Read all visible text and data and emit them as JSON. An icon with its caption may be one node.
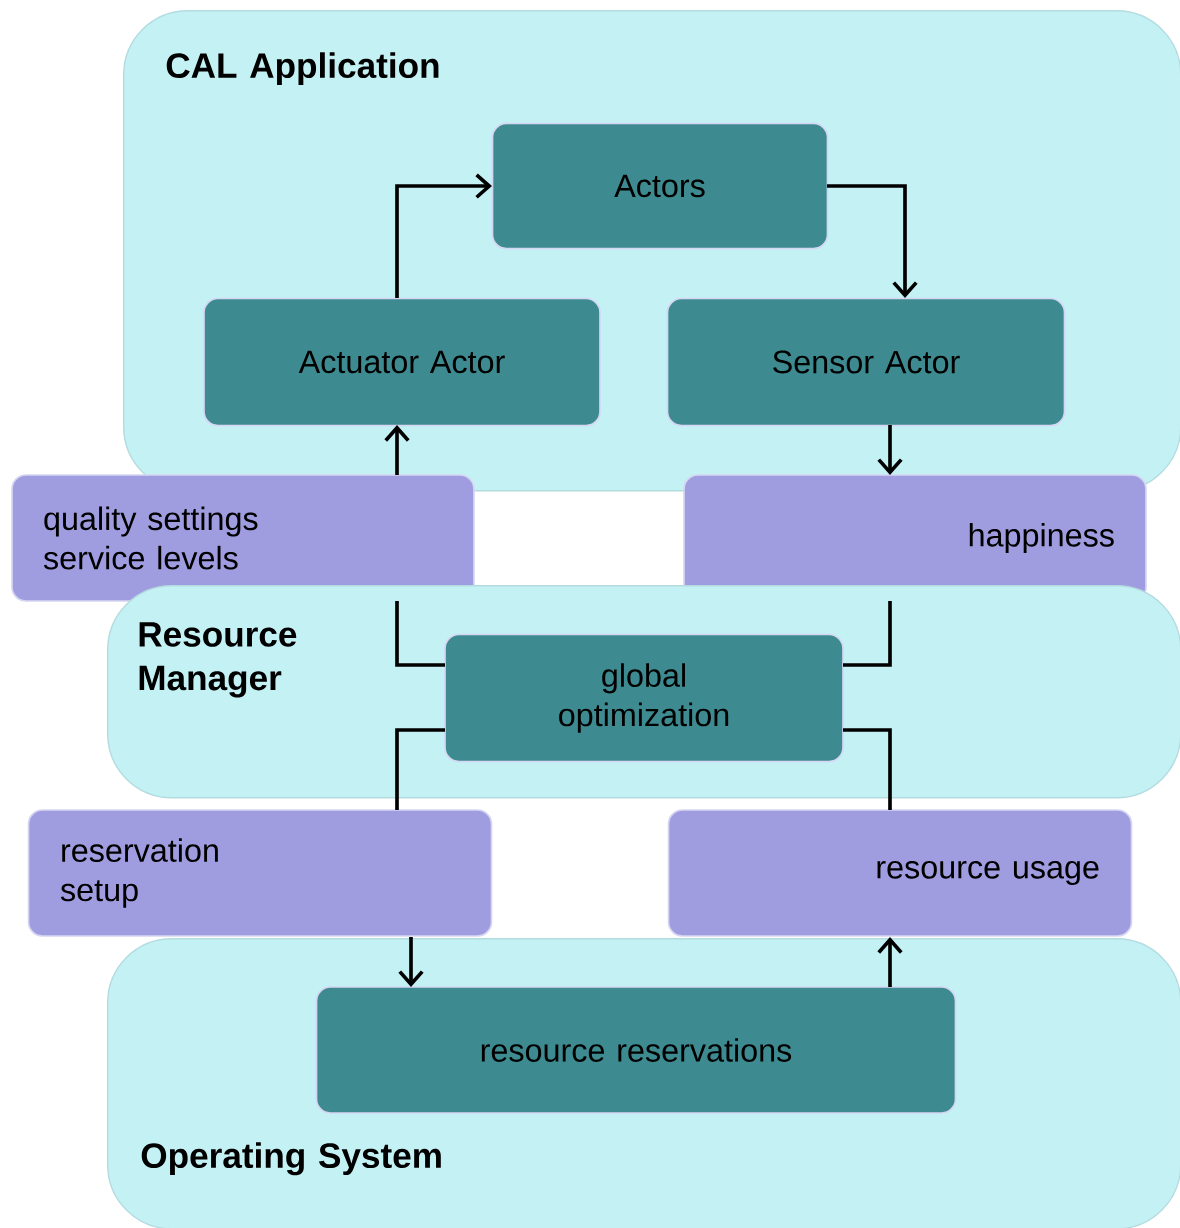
{
  "diagram": {
    "nodes": [
      {
        "text": [
          "CAL Application"
        ]
      },
      {
        "text": [
          "Actors"
        ],
        "in": 0
      },
      {
        "text": [
          "Actuator Actor"
        ],
        "in": 0
      },
      {
        "text": [
          "Sensor Actor"
        ],
        "in": 0
      },
      {
        "text": [
          "quality settings",
          "service levels"
        ]
      },
      {
        "text": [
          "happiness"
        ]
      },
      {
        "text": [
          "Resource Manager"
        ]
      },
      {
        "text": [
          "global optimization"
        ],
        "in": 6
      },
      {
        "text": [
          "reservation setup"
        ]
      },
      {
        "text": [
          "resource usage"
        ]
      },
      {
        "text": [
          "Operating System"
        ]
      },
      {
        "text": [
          "resource reservations"
        ],
        "in": 10
      }
    ],
    "edges": [
      {
        "from": 2,
        "to": 1,
        "arrow": "to"
      },
      {
        "from": 1,
        "to": 3,
        "arrow": "to"
      },
      {
        "from": 3,
        "to": 5,
        "arrow": "to"
      },
      {
        "from": 5,
        "to": 7,
        "arrow": "none"
      },
      {
        "from": 7,
        "to": 4,
        "arrow": "none"
      },
      {
        "from": 4,
        "to": 2,
        "arrow": "to"
      },
      {
        "from": 7,
        "to": 8,
        "arrow": "none"
      },
      {
        "from": 8,
        "to": 11,
        "arrow": "to"
      },
      {
        "from": 11,
        "to": 9,
        "arrow": "to"
      },
      {
        "from": 9,
        "to": 7,
        "arrow": "none"
      }
    ]
  }
}
